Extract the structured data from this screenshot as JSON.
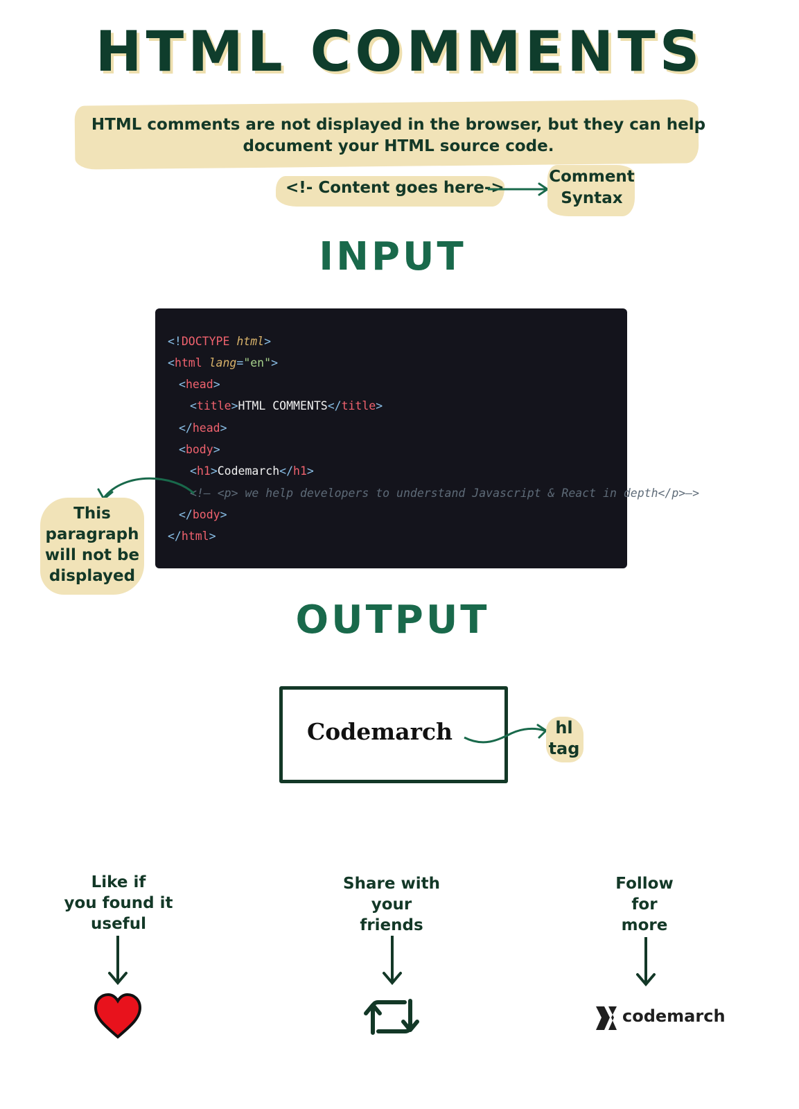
{
  "title": "HTML COMMENTS",
  "intro": {
    "line1": "HTML comments are not displayed in the browser, but they can help",
    "line2": "document your HTML source code."
  },
  "syntax": {
    "example": "<!- Content goes here->",
    "label_line1": "Comment",
    "label_line2": "Syntax"
  },
  "sections": {
    "input": "INPUT",
    "output": "OUTPUT"
  },
  "code": {
    "doctype_open": "<!",
    "doctype_kw": "DOCTYPE ",
    "doctype_html": "html",
    "doctype_close": ">",
    "html_tag": "html",
    "lang_attr": "lang",
    "lang_value": "\"en\"",
    "head_tag": "head",
    "title_tag": "title",
    "title_text": "HTML COMMENTS",
    "body_tag": "body",
    "h1_tag": "h1",
    "h1_text": "Codemarch",
    "comment": "<!— <p> we help developers to understand Javascript & React in depth</p>—>"
  },
  "note": {
    "line1": "This",
    "line2": "paragraph",
    "line3": "will not be",
    "line4": "displayed"
  },
  "output": {
    "rendered_h1": "Codemarch",
    "tag_line1": "hl",
    "tag_line2": "tag"
  },
  "footer": {
    "like": [
      "Like if",
      "you found it",
      "useful"
    ],
    "share": [
      "Share with",
      "your",
      "friends"
    ],
    "follow": [
      "Follow",
      "for",
      "more"
    ],
    "brand": "codemarch"
  },
  "colors": {
    "dark_green": "#133827",
    "accent_green": "#19694b",
    "highlight": "#f1e3b8",
    "code_bg": "#14141c",
    "heart": "#e8121c"
  }
}
